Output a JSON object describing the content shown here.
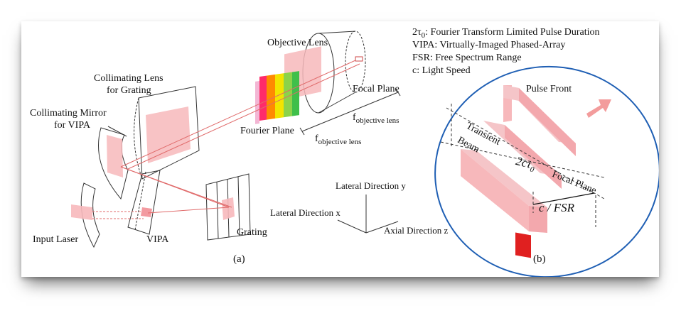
{
  "panel_a": {
    "label": "(a)",
    "objective_lens": "Objective Lens",
    "focal_plane": "Focal Plane",
    "fourier_plane": "Fourier Plane",
    "f_symbol": "f",
    "f_subscript": "objective lens",
    "collimating_lens_line1": "Collimating Lens",
    "collimating_lens_line2": "for Grating",
    "collimating_mirror_line1": "Collimating Mirror",
    "collimating_mirror_line2": "for VIPA",
    "input_laser": "Input Laser",
    "vipa": "VIPA",
    "grating": "Grating",
    "lateral_y": "Lateral Direction y",
    "lateral_x": "Lateral Direction x",
    "axial_z": "Axial Direction z"
  },
  "legend": {
    "line1_symbol": "2τ",
    "line1_sub": "0",
    "line1_text": ": Fourier Transform Limited Pulse Duration",
    "line2": "VIPA: Virtually-Imaged Phased-Array",
    "line3": "FSR: Free Spectrum Range",
    "line4": "c: Light Speed"
  },
  "panel_b": {
    "label": "(b)",
    "pulse_front": "Pulse Front",
    "transient": "Transient",
    "beam": "Beam",
    "two_c_tau": "2cτ",
    "tau_sub": "0",
    "focal_plane": "Focal Plane",
    "c_over_fsr": "c / FSR"
  },
  "colors": {
    "pink": "#f7b8bb",
    "pink_dark": "#ef8f95",
    "beam_red": "#e02020",
    "ellipse_blue": "#1f5fb4",
    "spectrum": [
      "#ff2a6a",
      "#ff8a00",
      "#f2e400",
      "#8bd34a",
      "#3fbf4a"
    ]
  }
}
